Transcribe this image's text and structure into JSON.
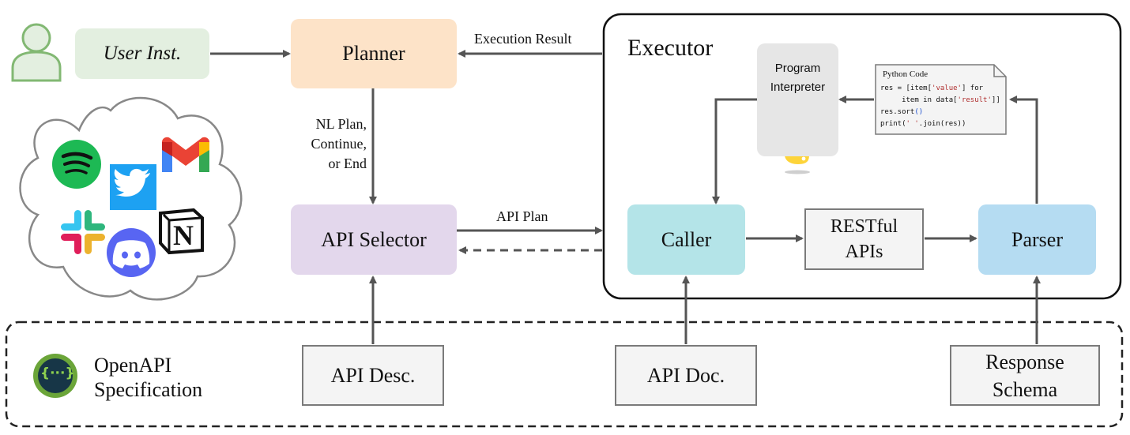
{
  "user_instruction": "User Inst.",
  "planner": "Planner",
  "execution_result": "Execution Result",
  "executor": "Executor",
  "program_interpreter": [
    "Program",
    "Interpreter"
  ],
  "python_code": {
    "title": "Python Code",
    "line1_a": "res = [item[",
    "line1_str": "'value'",
    "line1_b": "] for",
    "line2_a": "     item in data[",
    "line2_str": "'result'",
    "line2_b": "]]",
    "line3_a": "res.sort",
    "line3_fn": "()",
    "line4_a": "print",
    "line4_b": "(",
    "line4_str": "' '",
    "line4_c": ".join(res))"
  },
  "nl_plan": [
    "NL Plan,",
    "Continue,",
    "or End"
  ],
  "api_selector": "API Selector",
  "api_plan": "API Plan",
  "caller": "Caller",
  "restful_apis": [
    "RESTful",
    "APIs"
  ],
  "parser": "Parser",
  "openapi_spec": [
    "OpenAPI",
    "Specification"
  ],
  "api_desc": "API Desc.",
  "api_doc": "API Doc.",
  "response_schema": [
    "Response",
    "Schema"
  ],
  "openapi_logo_text": "{···}",
  "notion_letter": "N",
  "colors": {
    "user_inst_bg": "#e3efe0",
    "planner_bg": "#fde3c8",
    "api_selector_bg": "#e3d7ec",
    "caller_bg": "#b4e4e8",
    "parser_bg": "#b5dcf2",
    "interpreter_bg": "#e6e6e6",
    "arrow": "#555555",
    "person": "#82b873",
    "openapi_green": "#6ba539"
  },
  "icons": [
    "user-person-icon",
    "spotify-icon",
    "twitter-icon",
    "gmail-icon",
    "slack-icon",
    "discord-icon",
    "notion-icon",
    "python-icon",
    "openapi-icon"
  ]
}
